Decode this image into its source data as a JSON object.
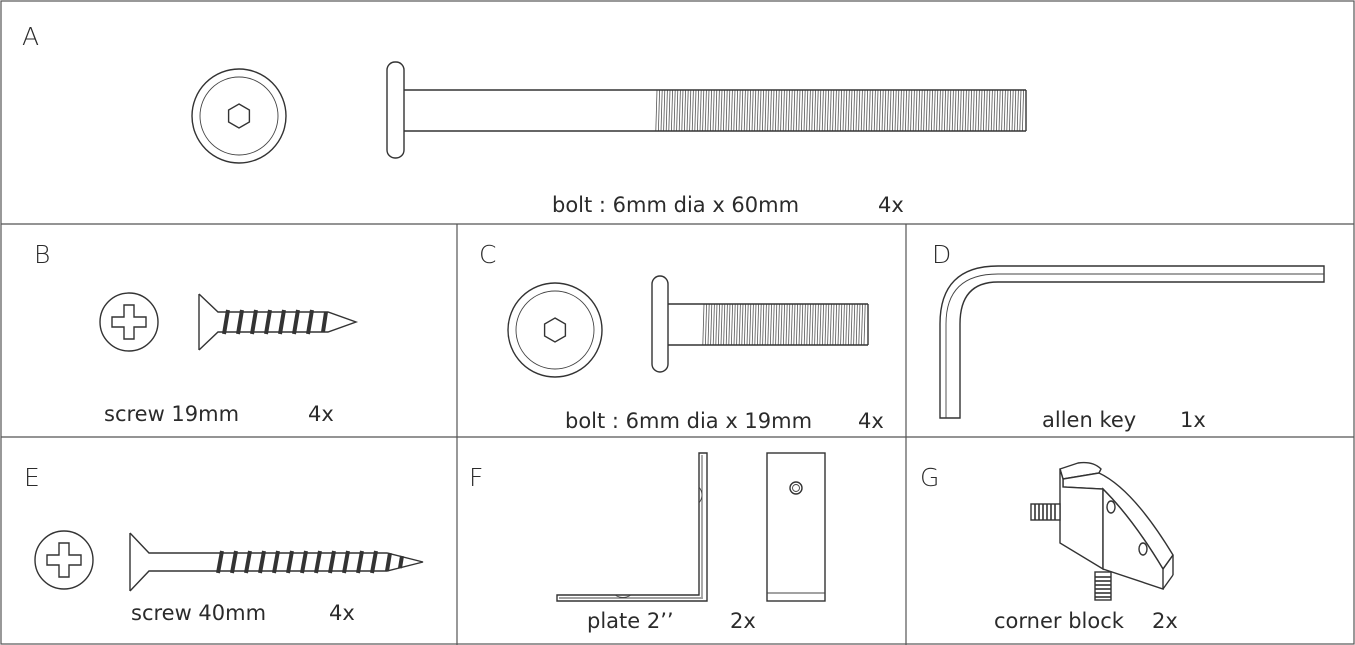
{
  "parts": {
    "A": {
      "letter": "A",
      "label": "bolt : 6mm dia x 60mm",
      "qty": "4x",
      "icon": "joint-connector-bolt-long"
    },
    "B": {
      "letter": "B",
      "label": "screw 19mm",
      "qty": "4x",
      "icon": "wood-screw-short"
    },
    "C": {
      "letter": "C",
      "label": "bolt : 6mm dia x 19mm",
      "qty": "4x",
      "icon": "joint-connector-bolt-short"
    },
    "D": {
      "letter": "D",
      "label": "allen key",
      "qty": "1x",
      "icon": "allen-key"
    },
    "E": {
      "letter": "E",
      "label": "screw 40mm",
      "qty": "4x",
      "icon": "wood-screw-long"
    },
    "F": {
      "letter": "F",
      "label": "plate 2’’",
      "qty": "2x",
      "icon": "angle-plate"
    },
    "G": {
      "letter": "G",
      "label": "corner block",
      "qty": "2x",
      "icon": "corner-block"
    }
  },
  "colors": {
    "line": "#333333",
    "background": "#ffffff"
  }
}
